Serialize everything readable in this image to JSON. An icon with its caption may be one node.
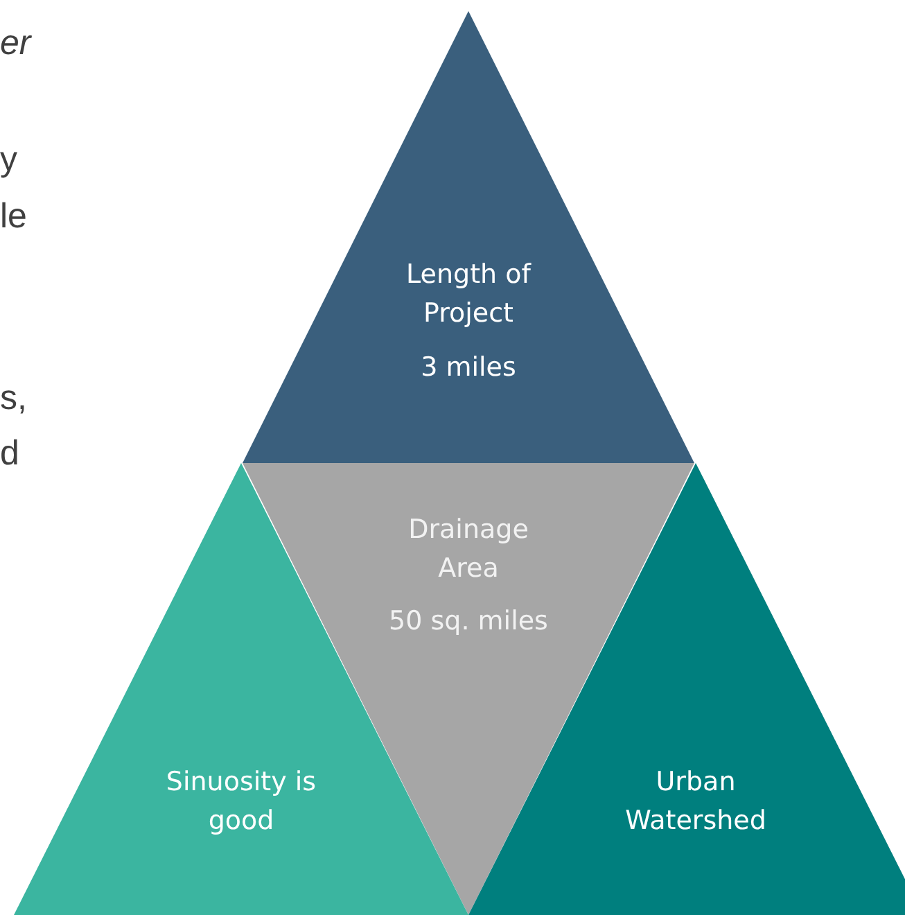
{
  "diagram": {
    "nodes": [
      {
        "text": [
          "Length of Project",
          "3 miles"
        ]
      },
      {
        "text": [
          "Drainage Area",
          "50 sq. miles"
        ]
      },
      {
        "text": [
          "Sinuosity is good"
        ]
      },
      {
        "text": [
          "Urban Watershed"
        ]
      }
    ],
    "labels": [
      "er",
      "y",
      "le",
      "s,",
      "d"
    ]
  }
}
